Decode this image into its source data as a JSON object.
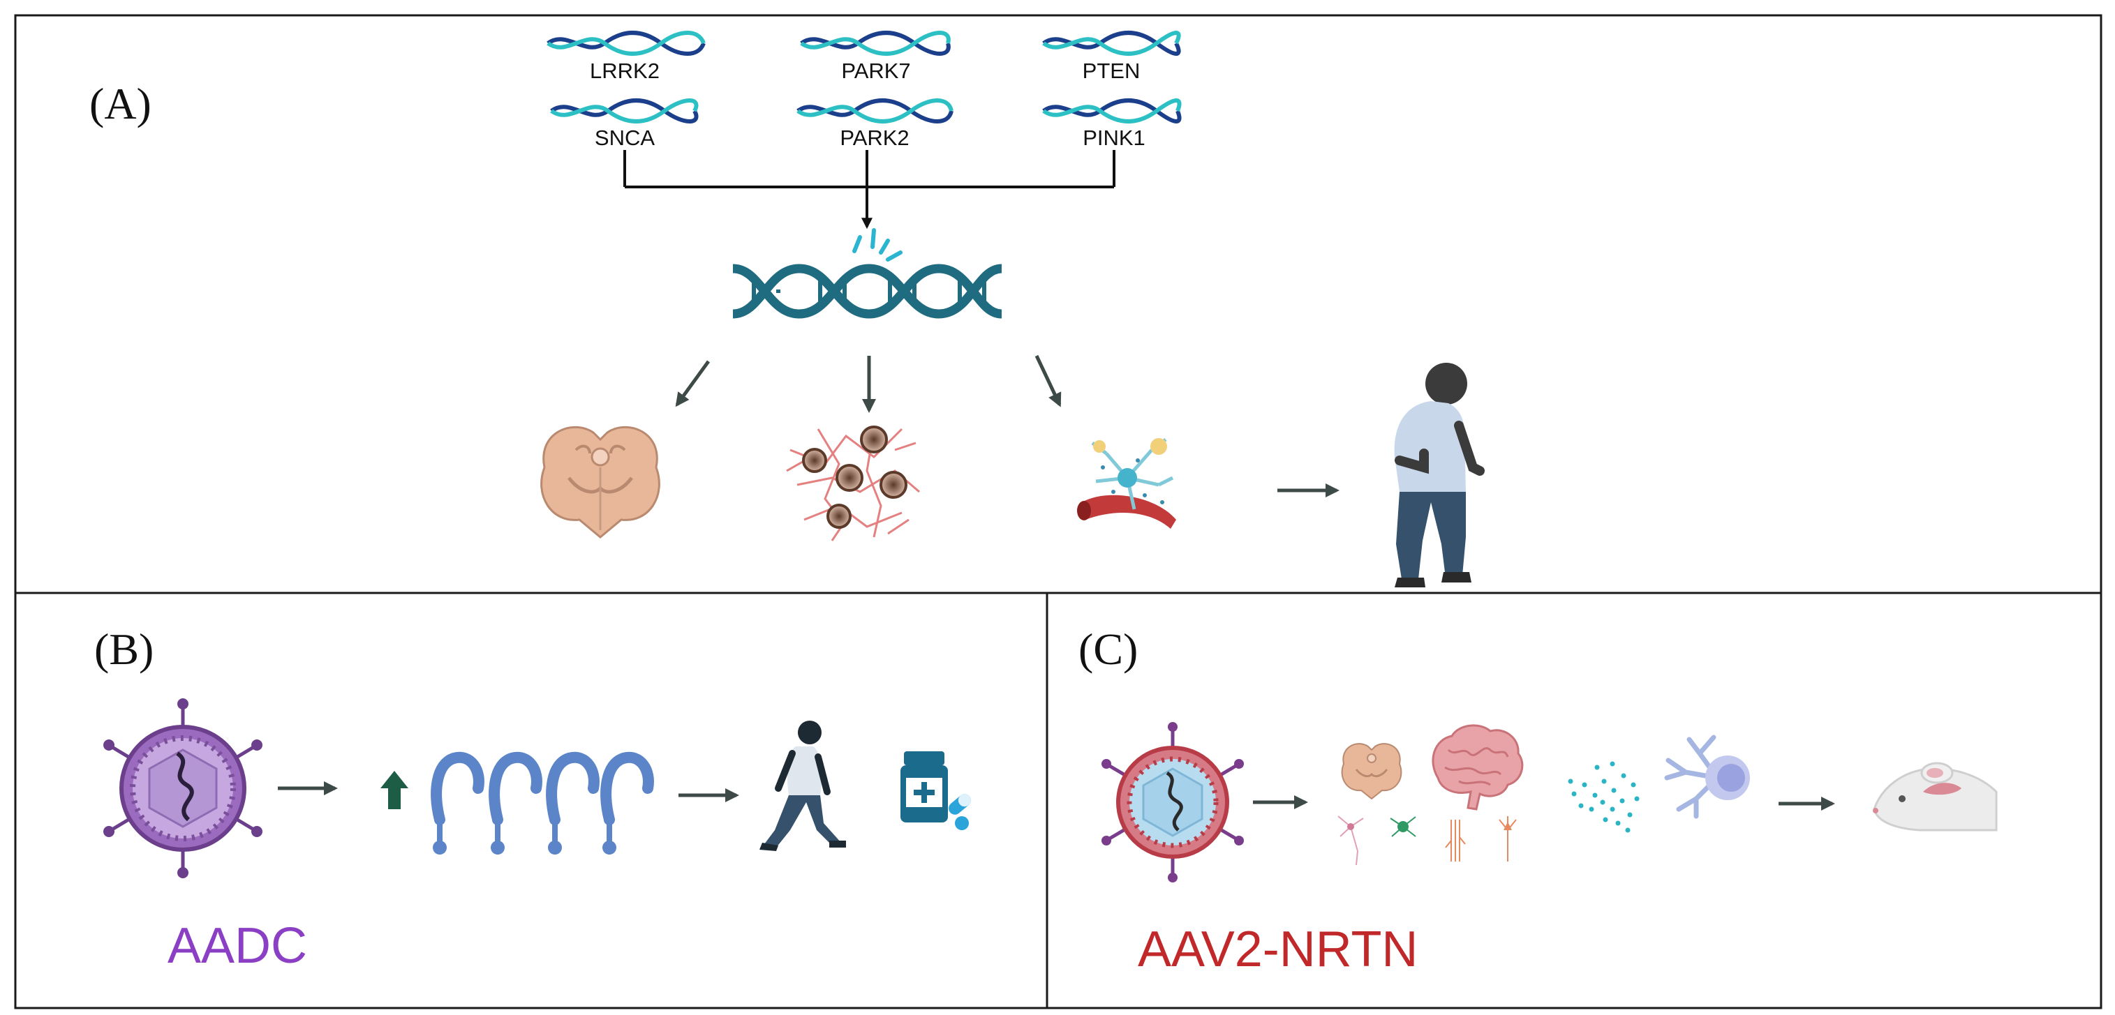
{
  "panels": {
    "a": {
      "label": "(A)"
    },
    "b": {
      "label": "(B)",
      "caption": "AADC"
    },
    "c": {
      "label": "(C)",
      "caption": "AAV2-NRTN"
    }
  },
  "genes": [
    "LRRK2",
    "PARK7",
    "PTEN",
    "SNCA",
    "PARK2",
    "PINK1"
  ],
  "colors": {
    "frame": "#1a1a1a",
    "dna_dark": "#1b3f8b",
    "dna_light": "#2cc0c4",
    "dna_main": "#1f6b80",
    "arrow": "#3d4a48",
    "brain_tissue": "#e8b79a",
    "aadc_text": "#8a3fc4",
    "nrtn_text": "#c0282a",
    "virus_purple": "#7a4f9a",
    "virus_red": "#b83c48",
    "enzyme_blue": "#5b85c8",
    "up_arrow": "#1d5c45",
    "person_shirt": "#c8d8ea",
    "person_pants": "#36516c",
    "pill_bottle": "#1b6b8c"
  },
  "icons": {
    "a": [
      "dna-helix-icon",
      "substantia-nigra-icon",
      "lewy-body-aggregates-icon",
      "neuron-blood-vessel-icon",
      "stooped-patient-icon"
    ],
    "b": [
      "aav-vector-icon",
      "upregulation-arrow-icon",
      "aadc-enzyme-icon",
      "walking-person-icon",
      "medication-bottle-icon"
    ],
    "c": [
      "aav-vector-icon",
      "midbrain-icon",
      "brain-icon",
      "neuron-cells-icon",
      "neurturin-particles-icon",
      "receptor-cell-icon",
      "rodent-icon"
    ]
  }
}
